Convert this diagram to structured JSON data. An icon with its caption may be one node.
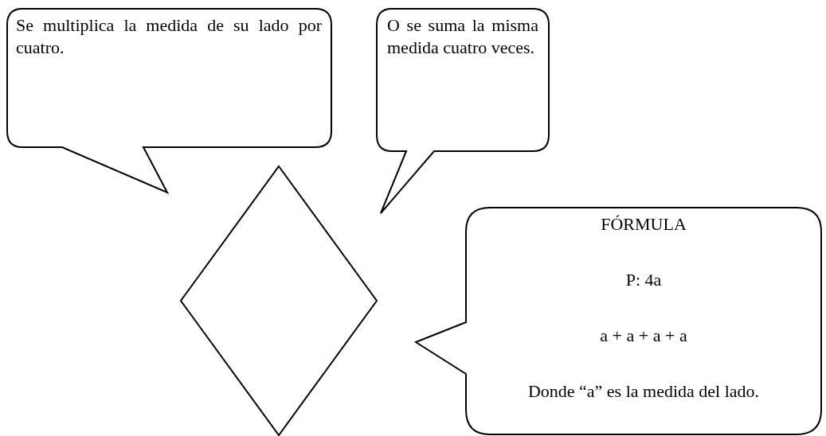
{
  "diagram": {
    "nodes": [
      {
        "text": [
          "Se multiplica la medida de su lado por cuatro."
        ]
      },
      {
        "text": [
          "O se suma la misma medida cuatro veces."
        ]
      },
      {
        "text": [],
        "shape": "diamond"
      },
      {
        "text": [
          "FÓRMULA",
          "P: 4a",
          "a + a + a + a",
          "Donde “a” es la medida del lado."
        ]
      }
    ]
  }
}
